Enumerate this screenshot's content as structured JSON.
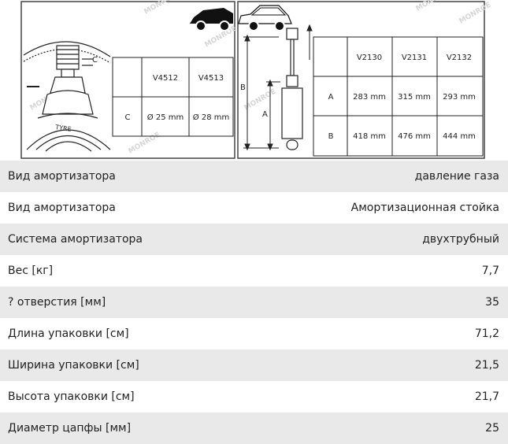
{
  "diagram": {
    "left_table": {
      "columns": [
        "V4512",
        "V4513"
      ],
      "row_label": "C",
      "values": [
        "Ø 25 mm",
        "Ø 28 mm"
      ]
    },
    "left_label_c": "C",
    "tyre_label": "TYRE",
    "watermark": "MONROE",
    "right_table": {
      "columns": [
        "V2130",
        "V2131",
        "V2132"
      ],
      "rows": [
        {
          "label": "A",
          "values": [
            "283 mm",
            "315 mm",
            "293 mm"
          ]
        },
        {
          "label": "B",
          "values": [
            "418 mm",
            "476 mm",
            "444 mm"
          ]
        }
      ]
    },
    "dim_label_a": "A",
    "dim_label_b": "B"
  },
  "specs": [
    {
      "label": "Вид амортизатора",
      "value": "давление газа"
    },
    {
      "label": "Вид амортизатора",
      "value": "Амортизационная стойка"
    },
    {
      "label": "Система амортизатора",
      "value": "двухтрубный"
    },
    {
      "label": "Вес [кг]",
      "value": "7,7"
    },
    {
      "label": "? отверстия [мм]",
      "value": "35"
    },
    {
      "label": "Длина упаковки [см]",
      "value": "71,2"
    },
    {
      "label": "Ширина упаковки [см]",
      "value": "21,5"
    },
    {
      "label": "Высота упаковки [см]",
      "value": "21,7"
    },
    {
      "label": "Диаметр цапфы [мм]",
      "value": "25"
    }
  ]
}
